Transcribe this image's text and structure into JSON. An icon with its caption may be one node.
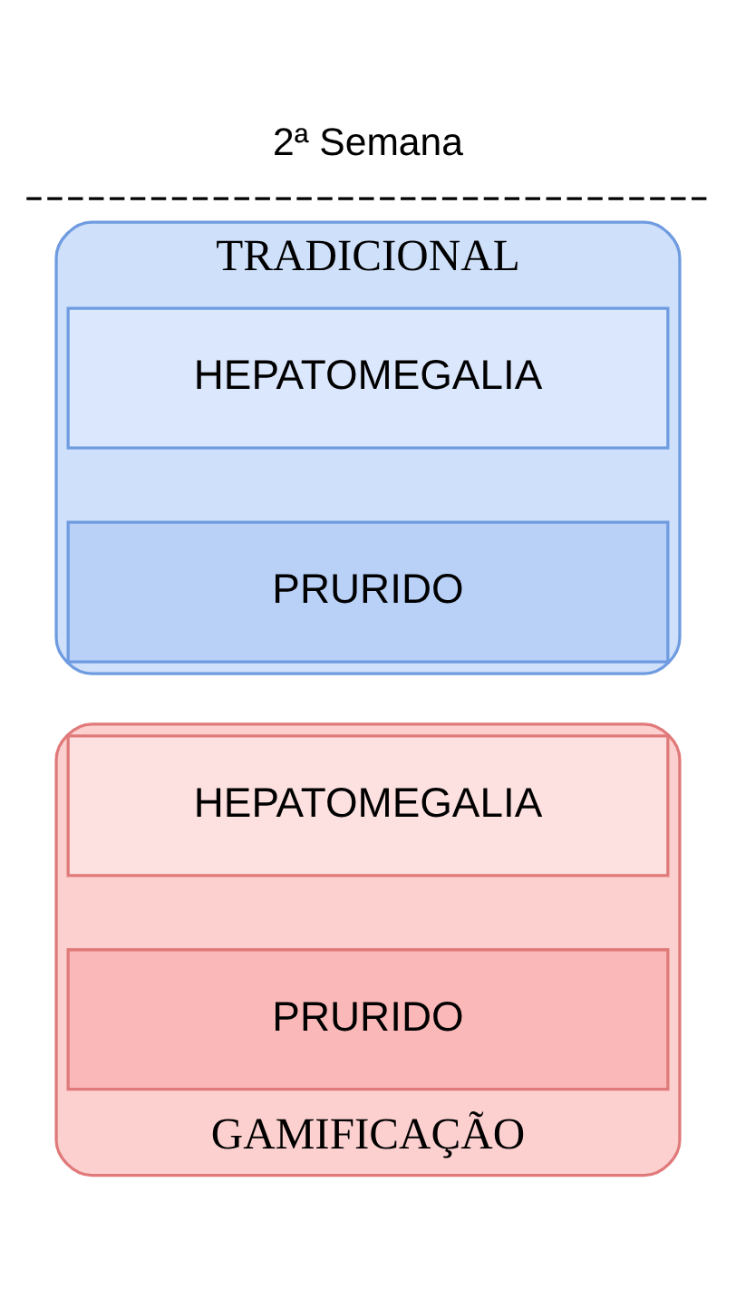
{
  "diagram": {
    "nodes": [
      {
        "text": [
          "TRADICIONAL"
        ]
      },
      {
        "text": [
          "HEPATOMEGALIA"
        ],
        "in": 0
      },
      {
        "text": [
          "PRURIDO"
        ],
        "in": 0
      },
      {
        "text": [
          "GAMIFICAÇÃO"
        ]
      },
      {
        "text": [
          "HEPATOMEGALIA"
        ],
        "in": 3
      },
      {
        "text": [
          "PRURIDO"
        ],
        "in": 3
      }
    ],
    "labels": [
      "2ª Semana"
    ]
  }
}
